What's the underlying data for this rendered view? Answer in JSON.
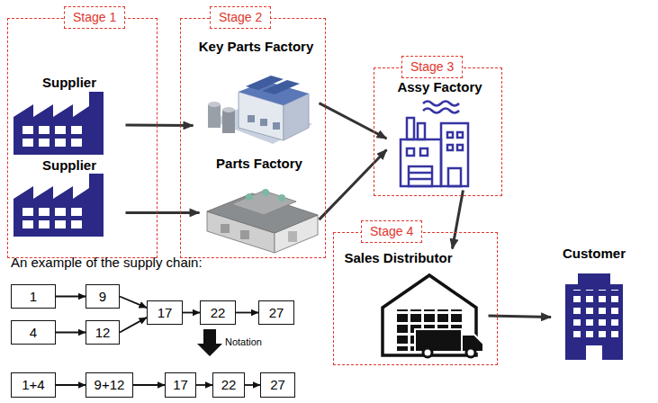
{
  "diagram": {
    "nodes": [
      {
        "text": [
          "Stage 1"
        ]
      },
      {
        "text": [
          "Supplier"
        ],
        "in": 0
      },
      {
        "text": [
          "Supplier"
        ],
        "in": 0
      },
      {
        "text": [
          "Stage 2"
        ]
      },
      {
        "text": [
          "Key Parts Factory"
        ],
        "in": 3
      },
      {
        "text": [
          "Parts Factory"
        ],
        "in": 3
      },
      {
        "text": [
          "Stage 3"
        ]
      },
      {
        "text": [
          "Assy Factory"
        ],
        "in": 6
      },
      {
        "text": [
          "Stage 4"
        ]
      },
      {
        "text": [
          "Sales Distributor"
        ],
        "in": 8
      },
      {
        "text": [
          "Customer"
        ]
      },
      {
        "text": [
          "1"
        ]
      },
      {
        "text": [
          "9"
        ]
      },
      {
        "text": [
          "4"
        ]
      },
      {
        "text": [
          "12"
        ]
      },
      {
        "text": [
          "17"
        ]
      },
      {
        "text": [
          "22"
        ]
      },
      {
        "text": [
          "27"
        ]
      },
      {
        "text": [
          "1+4"
        ]
      },
      {
        "text": [
          "9+12"
        ]
      },
      {
        "text": [
          "17"
        ]
      },
      {
        "text": [
          "22"
        ]
      },
      {
        "text": [
          "27"
        ]
      }
    ],
    "edges": [
      {
        "from": 1,
        "to": 4,
        "arrow": "to"
      },
      {
        "from": 2,
        "to": 5,
        "arrow": "to"
      },
      {
        "from": 4,
        "to": 7,
        "arrow": "to"
      },
      {
        "from": 5,
        "to": 7,
        "arrow": "to"
      },
      {
        "from": 7,
        "to": 9,
        "arrow": "to"
      },
      {
        "from": 9,
        "to": 10,
        "arrow": "to"
      },
      {
        "from": 11,
        "to": 12,
        "arrow": "to"
      },
      {
        "from": 13,
        "to": 14,
        "arrow": "to"
      },
      {
        "from": 12,
        "to": 15,
        "arrow": "to"
      },
      {
        "from": 14,
        "to": 15,
        "arrow": "to"
      },
      {
        "from": 15,
        "to": 16,
        "arrow": "to"
      },
      {
        "from": 16,
        "to": 17,
        "arrow": "to"
      },
      {
        "from": 18,
        "to": 19,
        "arrow": "to"
      },
      {
        "from": 19,
        "to": 20,
        "arrow": "to"
      },
      {
        "from": 20,
        "to": 21,
        "arrow": "to"
      },
      {
        "from": 21,
        "to": 22,
        "arrow": "to"
      }
    ],
    "labels": [
      "An example of the supply chain:",
      "Notation"
    ]
  }
}
